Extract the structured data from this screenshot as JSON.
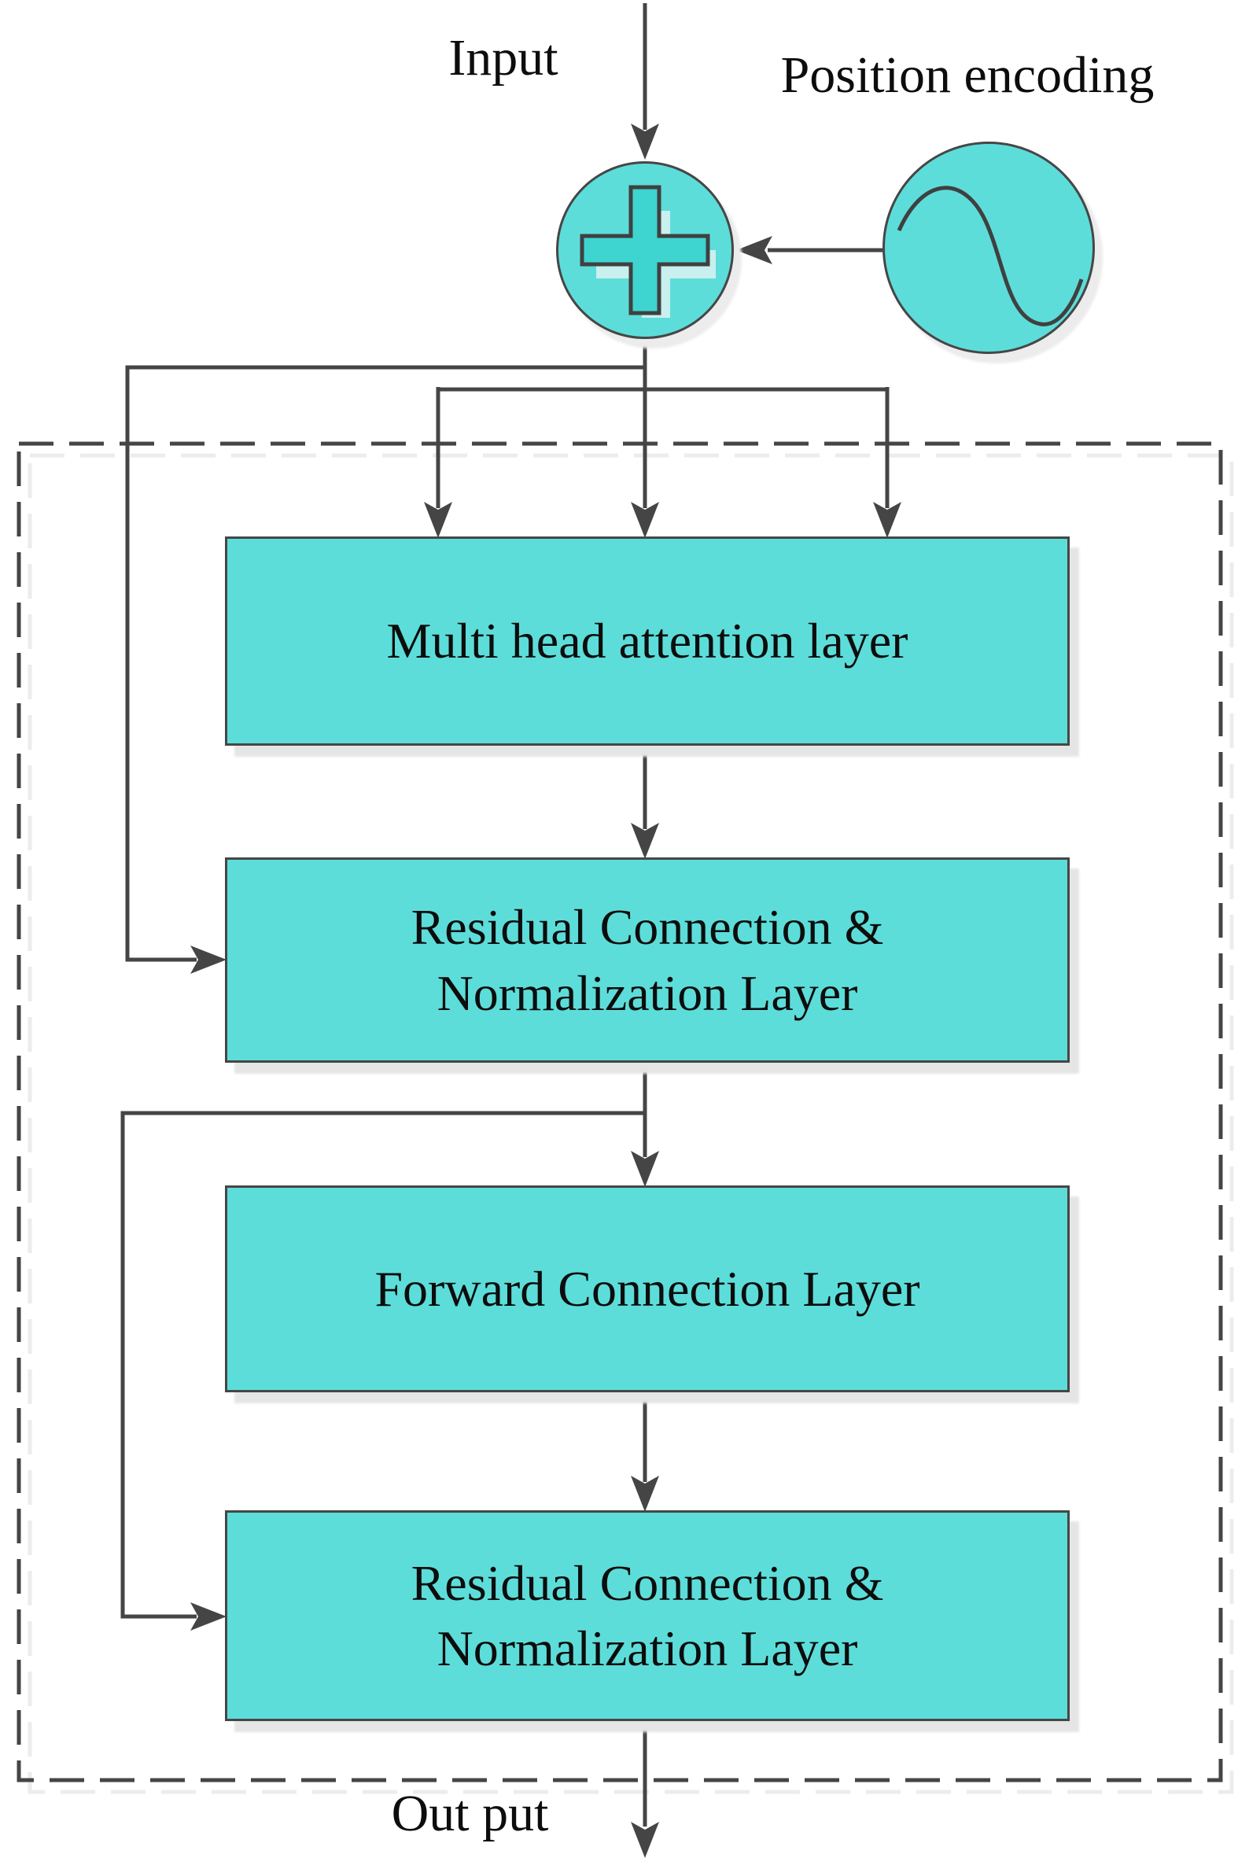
{
  "labels": {
    "input": "Input",
    "position_encoding": "Position encoding",
    "output": "Out put"
  },
  "nodes": {
    "multi_head_attention": "Multi head attention layer",
    "residual": {
      "line1": "Residual Connection &",
      "line2": "Normalization Layer"
    },
    "forward_connection": "Forward Connection Layer"
  },
  "icons": {
    "add_node": "add-icon",
    "position_node": "sine-wave-icon"
  },
  "colors": {
    "node_fill": "#5dddd9",
    "plus_fill": "#3ed4d0",
    "line": "#454545",
    "text": "#0d0d0d",
    "shadow": "#e5e5e5",
    "background": "#ffffff"
  }
}
